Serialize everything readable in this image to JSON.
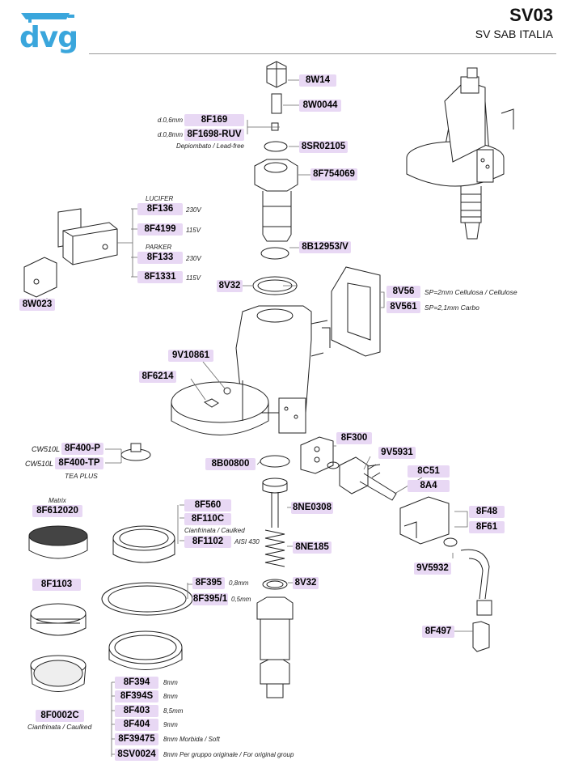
{
  "header": {
    "logo_text": "dvg",
    "code": "SV03",
    "subtitle": "SV SAB ITALIA"
  },
  "colors": {
    "label_bg": "#e8d8f4",
    "logo_blue": "#3aa6dc"
  },
  "labels": {
    "8W14": "8W14",
    "8W0044": "8W0044",
    "8F169": "8F169",
    "8F1698": "8F1698-RUV",
    "8SR02105": "8SR02105",
    "8F754069": "8F754069",
    "8B12953": "8B12953/V",
    "8V32a": "8V32",
    "8V56": "8V56",
    "8V561": "8V561",
    "8F136": "8F136",
    "8F4199": "8F4199",
    "8F133": "8F133",
    "8F1331": "8F1331",
    "8W023": "8W023",
    "9V10861": "9V10861",
    "8F6214": "8F6214",
    "8F400P": "8F400-P",
    "8F400TP": "8F400-TP",
    "8F300": "8F300",
    "9V5931": "9V5931",
    "8C51": "8C51",
    "8A4": "8A4",
    "8B00800": "8B00800",
    "8NE0308": "8NE0308",
    "8F612020": "8F612020",
    "8F560": "8F560",
    "8F110C": "8F110C",
    "8F1102": "8F1102",
    "8F48": "8F48",
    "8F61": "8F61",
    "8NE185": "8NE185",
    "9V5932": "9V5932",
    "8F1103": "8F1103",
    "8F395": "8F395",
    "8F3951": "8F395/1",
    "8V32b": "8V32",
    "8F497": "8F497",
    "8F394": "8F394",
    "8F394S": "8F394S",
    "8F403": "8F403",
    "8F404": "8F404",
    "8F0002C": "8F0002C",
    "8F39475": "8F39475",
    "8SV0024": "8SV0024"
  },
  "notes": {
    "d06": "d.0,6mm",
    "d08": "d.0,8mm",
    "leadfree": "Depiombato / Lead-free",
    "lucifer": "LUCIFER",
    "v230a": "230V",
    "v115a": "115V",
    "parker": "PARKER",
    "v230b": "230V",
    "v115b": "115V",
    "sp2": "SP=2mm Cellulosa / Cellulose",
    "sp21": "SP=2,1mm  Carbo",
    "cw1": "CW510L",
    "cw2": "CW510L",
    "teaplus": "TEA PLUS",
    "matrix": "Matrix",
    "caulk1": "Cianfrinata / Caulked",
    "aisi": "AISI 430",
    "mm08": "0,8mm",
    "mm05": "0,5mm",
    "caulk2": "Cianfrinata / Caulked",
    "g394": "8mm",
    "g394s": "8mm",
    "g403": "8,5mm",
    "g404": "9mm",
    "g39475": "8mm Morbida / Soft",
    "gsv": "8mm Per gruppo originale / For original group"
  }
}
